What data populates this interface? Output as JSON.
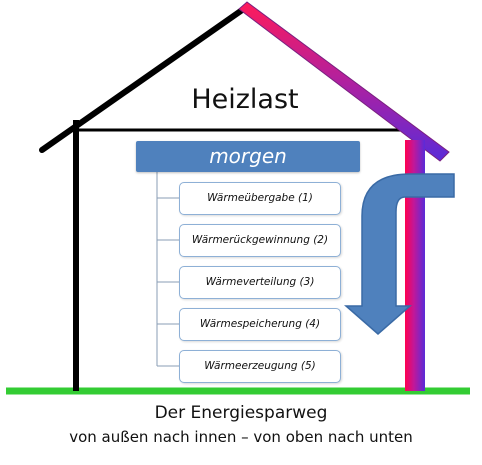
{
  "diagram": {
    "title": "Heizlast",
    "header": "morgen",
    "items": [
      "Wärmeübergabe (1)",
      "Wärmerückgewinnung (2)",
      "Wärmeverteilung (3)",
      "Wärmespeicherung (4)",
      "Wärmeerzeugung (5)"
    ],
    "caption_line1": "Der Energiesparweg",
    "caption_line2": "von außen nach innen – von oben nach unten"
  },
  "colors": {
    "accent": "#4f81bd",
    "ground": "#33cc33",
    "chimney_top": "#ff0060",
    "chimney_bottom": "#5a2bd8"
  }
}
